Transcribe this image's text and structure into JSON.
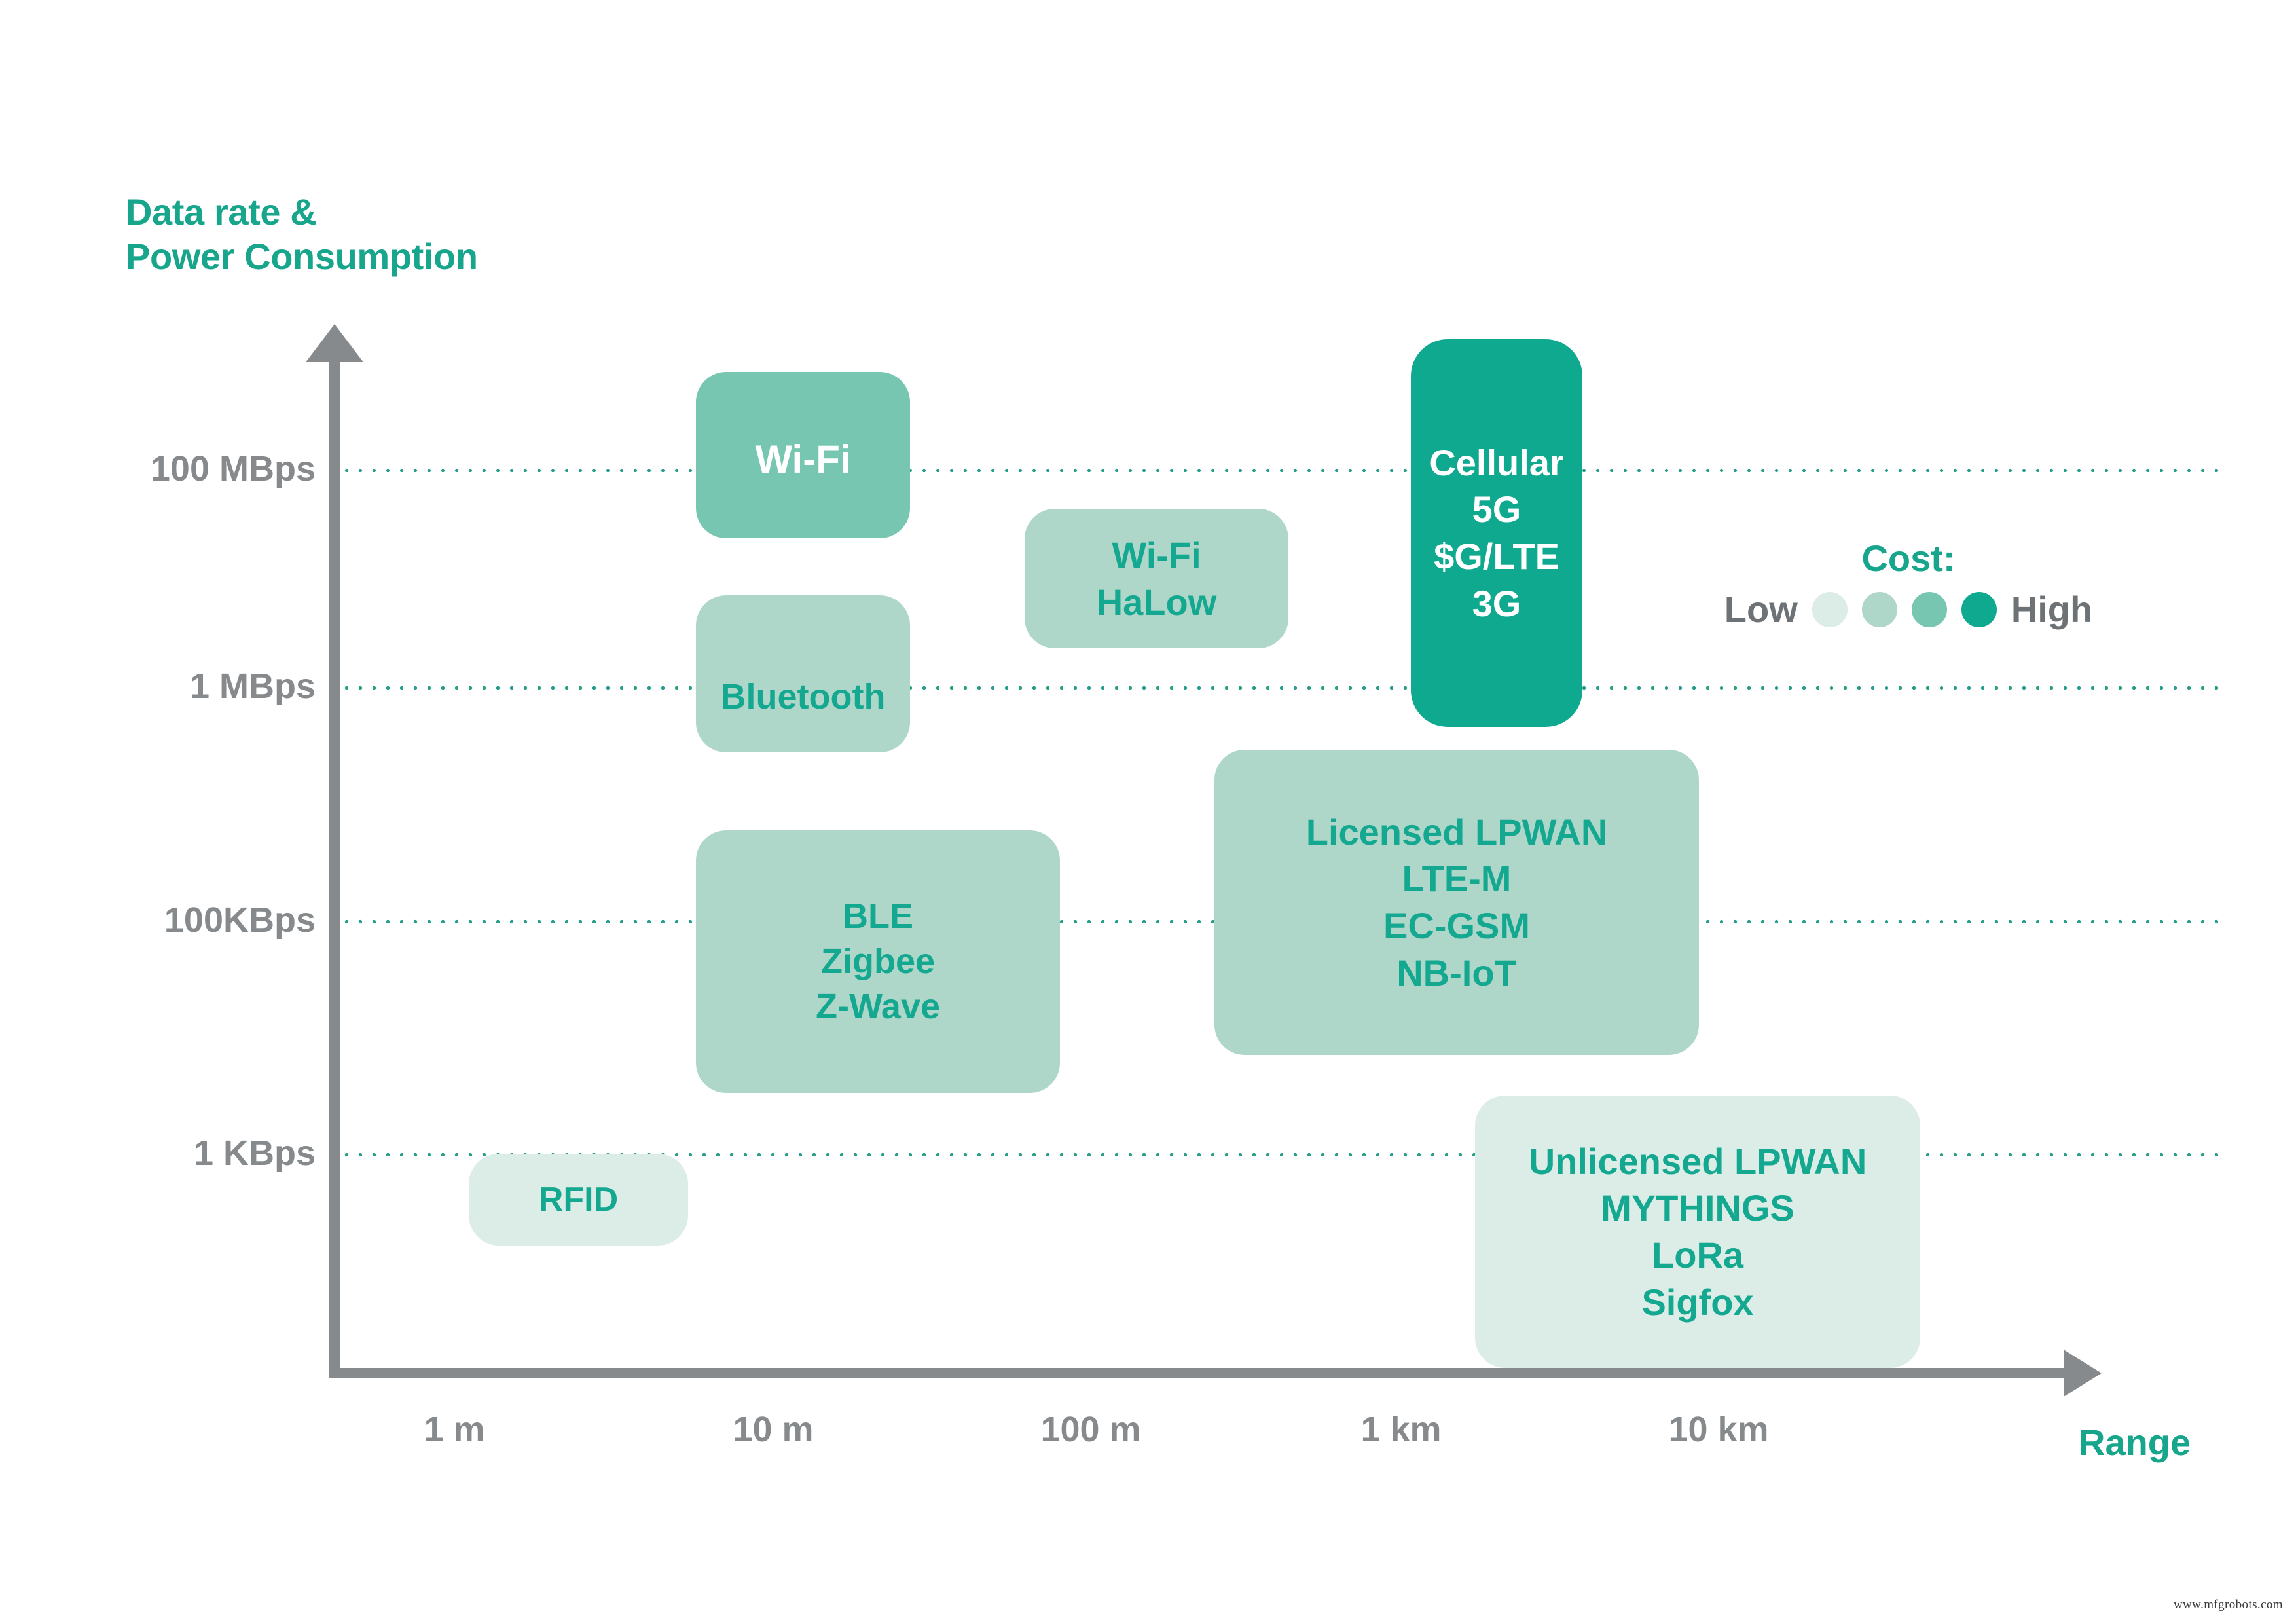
{
  "chart_data": {
    "type": "scatter",
    "title": "IoT Wireless Connectivity Technologies: Data Rate vs Range",
    "ylabel": "Data rate &\nPower Consumption",
    "xlabel": "Range",
    "y_ticks": [
      "100 MBps",
      "1 MBps",
      "100KBps",
      "1 KBps"
    ],
    "x_ticks": [
      "1 m",
      "10 m",
      "100 m",
      "1 km",
      "10 km"
    ],
    "grid": true,
    "legend": {
      "title": "Cost:",
      "low_label": "Low",
      "high_label": "High",
      "swatches": [
        "#dcece6",
        "#aed7c9",
        "#76c6b2",
        "#0fa98f"
      ]
    },
    "colors": {
      "accent": "#17a58c",
      "axis": "#878a8c",
      "tick_text": "#6d7276",
      "grid": "#2aa08c",
      "cost_1": "#dcece6",
      "cost_2": "#aed7c9",
      "cost_3": "#76c6b2",
      "cost_4": "#0fa98f"
    },
    "boxes": [
      {
        "name": "rfid",
        "lines": [
          "RFID"
        ],
        "cost_level": 1,
        "x_range": [
          "1 m",
          "3 m"
        ],
        "y_range": [
          "below 1 KBps",
          "1 KBps"
        ],
        "font_size": 52
      },
      {
        "name": "ble-zigbee-zwave",
        "lines": [
          "BLE",
          "Zigbee",
          "Z-Wave"
        ],
        "cost_level": 2,
        "x_range": [
          "5 m",
          "30 m"
        ],
        "y_range": [
          "30 KBps",
          "300 KBps"
        ],
        "font_size": 54
      },
      {
        "name": "bluetooth",
        "lines": [
          "Bluetooth"
        ],
        "cost_level": 2,
        "x_range": [
          "7 m",
          "20 m"
        ],
        "y_range": [
          "400 KBps",
          "3 MBps"
        ],
        "font_size": 54
      },
      {
        "name": "wifi",
        "lines": [
          "Wi-Fi"
        ],
        "cost_level": 3,
        "x_range": [
          "7 m",
          "20 m"
        ],
        "y_range": [
          "20 MBps",
          "400 MBps"
        ],
        "font_size": 58
      },
      {
        "name": "wifi-halow",
        "lines": [
          "Wi-Fi",
          "HaLow"
        ],
        "cost_level": 2,
        "x_range": [
          "70 m",
          "300 m"
        ],
        "y_range": [
          "3 MBps",
          "30 MBps"
        ],
        "font_size": 56
      },
      {
        "name": "cellular",
        "lines": [
          "Cellular",
          "5G",
          "$G/LTE",
          "3G"
        ],
        "cost_level": 4,
        "x_range": [
          "1 km",
          "3 km"
        ],
        "y_range": [
          "1 MBps",
          "400 MBps"
        ],
        "font_size": 56
      },
      {
        "name": "licensed-lpwan",
        "lines": [
          "Licensed LPWAN",
          "LTE-M",
          "EC-GSM",
          "NB-IoT"
        ],
        "cost_level": 2,
        "x_range": [
          "600 m",
          "10 km"
        ],
        "y_range": [
          "30 KBps",
          "700 KBps"
        ],
        "font_size": 56
      },
      {
        "name": "unlicensed-lpwan",
        "lines": [
          "Unlicensed LPWAN",
          "MYTHINGS",
          "LoRa",
          "Sigfox"
        ],
        "cost_level": 1,
        "x_range": [
          "5 km",
          "30 km"
        ],
        "y_range": [
          "below 1 KBps",
          "2 KBps"
        ],
        "font_size": 56
      }
    ]
  },
  "axes": {
    "y_title": "Data rate &\nPower Consumption",
    "x_title": "Range",
    "y_ticks": [
      {
        "label": "100 MBps"
      },
      {
        "label": "1 MBps"
      },
      {
        "label": "100KBps"
      },
      {
        "label": "1 KBps"
      }
    ],
    "x_ticks": [
      {
        "label": "1 m"
      },
      {
        "label": "10 m"
      },
      {
        "label": "100 m"
      },
      {
        "label": "1 km"
      },
      {
        "label": "10 km"
      }
    ]
  },
  "legend": {
    "title": "Cost:",
    "low": "Low",
    "high": "High"
  },
  "boxes": {
    "rfid": {
      "l0": "RFID"
    },
    "ble": {
      "l0": "BLE",
      "l1": "Zigbee",
      "l2": "Z-Wave"
    },
    "bluetooth": {
      "l0": "Bluetooth"
    },
    "wifi": {
      "l0": "Wi-Fi"
    },
    "halow": {
      "l0": "Wi-Fi",
      "l1": "HaLow"
    },
    "cellular": {
      "l0": "Cellular",
      "l1": "5G",
      "l2": "$G/LTE",
      "l3": "3G"
    },
    "licensed": {
      "l0": "Licensed LPWAN",
      "l1": "LTE-M",
      "l2": "EC-GSM",
      "l3": "NB-IoT"
    },
    "unlicensed": {
      "l0": "Unlicensed LPWAN",
      "l1": "MYTHINGS",
      "l2": "LoRa",
      "l3": "Sigfox"
    }
  },
  "footer": {
    "watermark": "www.mfgrobots.com"
  }
}
